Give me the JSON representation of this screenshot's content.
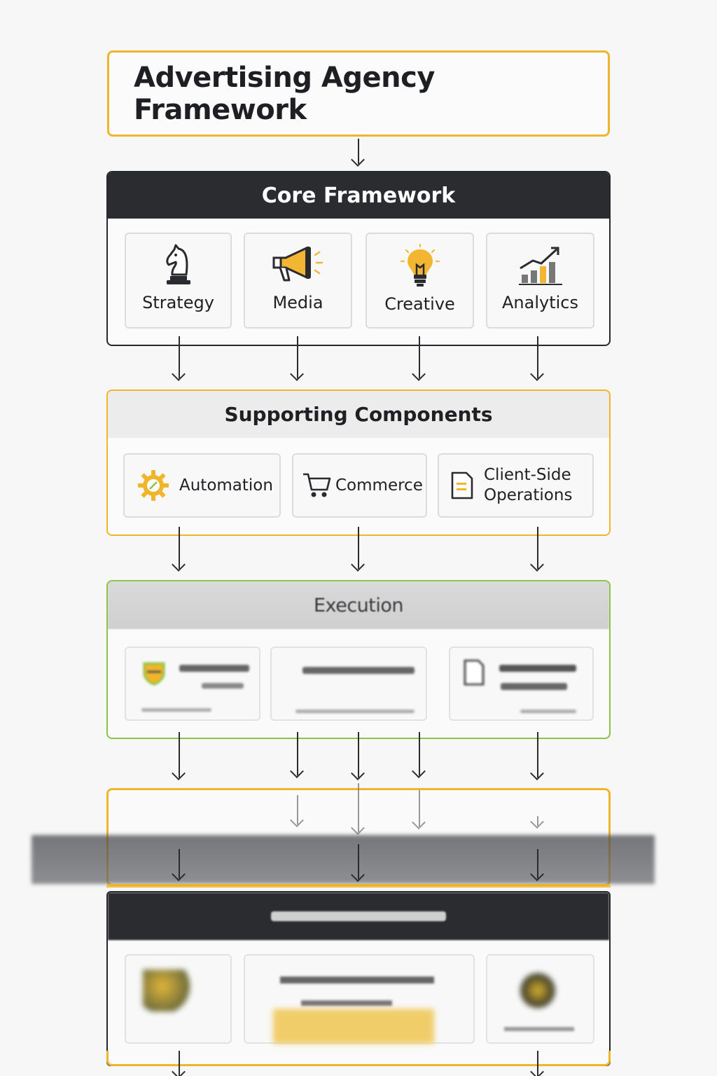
{
  "title": "Advertising Agency Framework",
  "core": {
    "heading": "Core Framework",
    "items": [
      {
        "label": "Strategy",
        "icon": "chess-knight-icon"
      },
      {
        "label": "Media",
        "icon": "megaphone-icon"
      },
      {
        "label": "Creative",
        "icon": "lightbulb-icon"
      },
      {
        "label": "Analytics",
        "icon": "bar-chart-trend-icon"
      }
    ]
  },
  "supporting": {
    "heading": "Supporting Components",
    "items": [
      {
        "label": "Automation",
        "icon": "gear-icon"
      },
      {
        "label": "Commerce",
        "icon": "cart-icon"
      },
      {
        "label": "Client-Side Operations",
        "icon": "document-icon"
      }
    ]
  },
  "execution": {
    "heading": "Execution",
    "items": [
      {
        "label": "",
        "icon": "shield-icon"
      },
      {
        "label": "",
        "icon": ""
      },
      {
        "label": "",
        "icon": "document-icon"
      }
    ]
  },
  "colors": {
    "accent_yellow": "#f0b629",
    "dark_header": "#2b2c30",
    "green_border": "#8cc24a"
  }
}
